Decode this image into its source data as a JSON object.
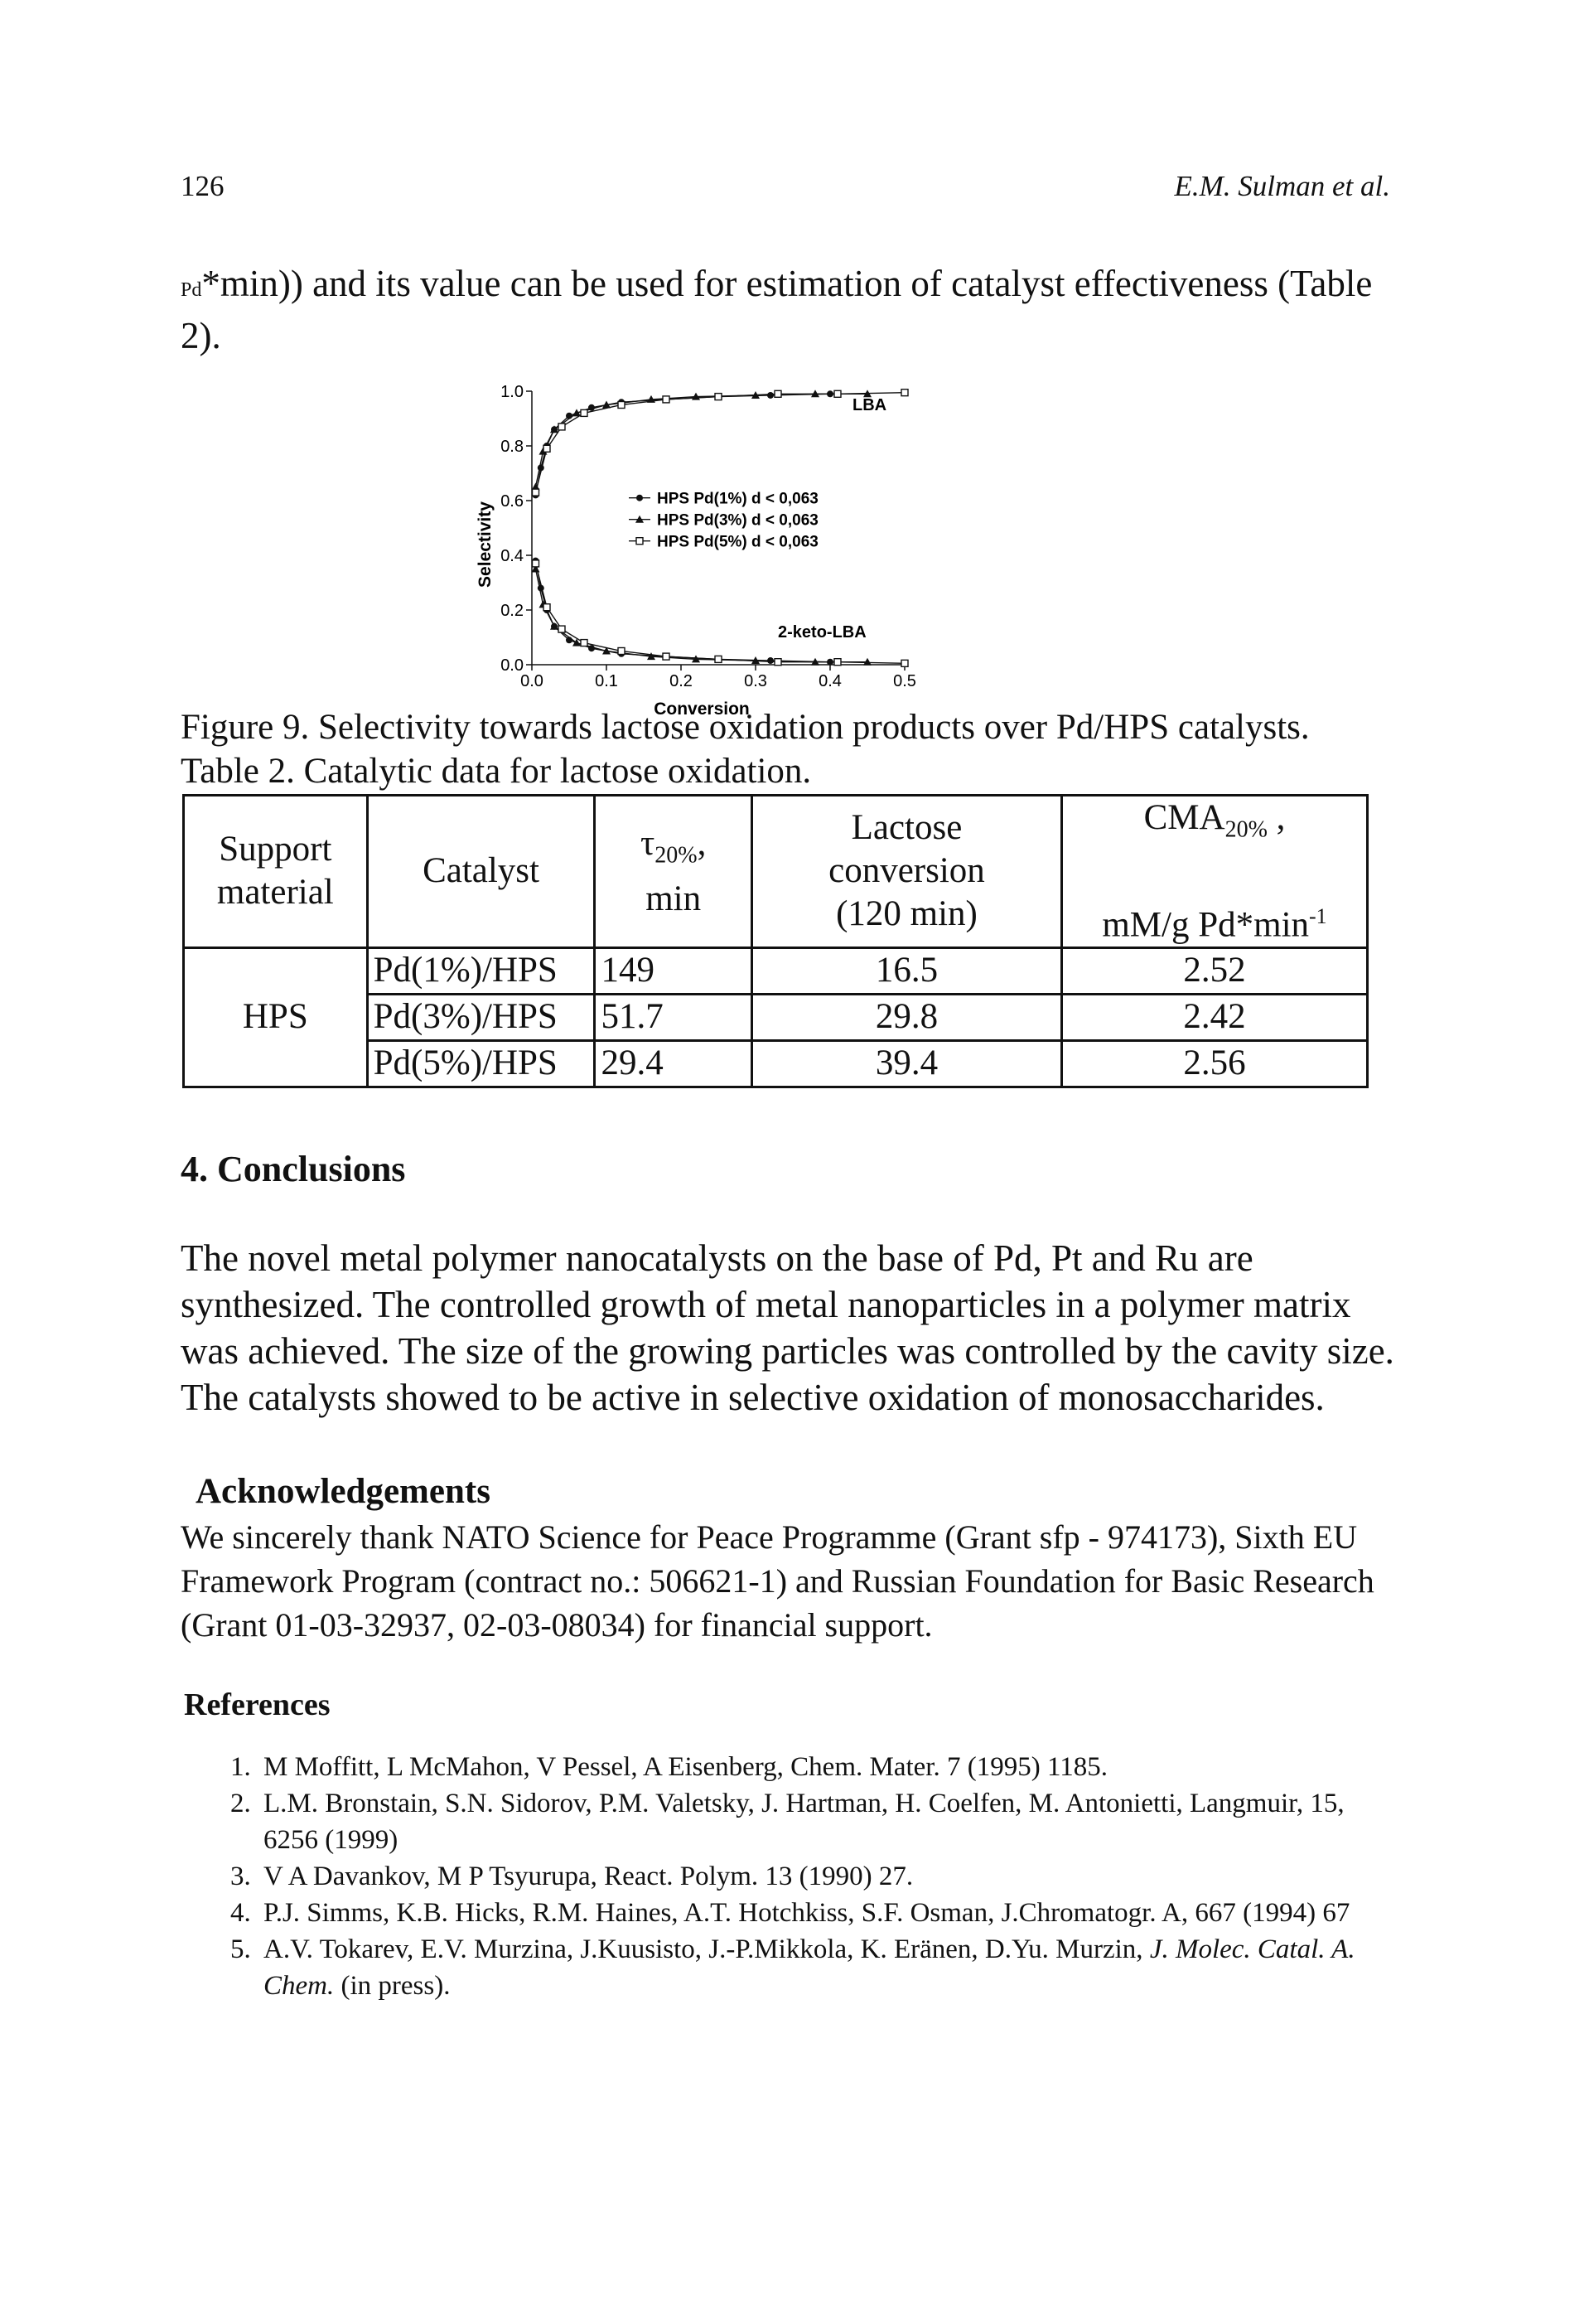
{
  "header": {
    "page_number": "126",
    "authors": "E.M. Sulman et al."
  },
  "intro": {
    "subscript": "Pd",
    "text": "*min)) and its value can be used for estimation of catalyst effectiveness (Table 2)."
  },
  "figure": {
    "caption": "Figure 9. Selectivity towards lactose oxidation products over Pd/HPS catalysts."
  },
  "chart_data": {
    "type": "line",
    "xlabel": "Conversion",
    "ylabel": "Selectivity",
    "xlim": [
      0.0,
      0.5
    ],
    "ylim": [
      0.0,
      1.0
    ],
    "xticks": [
      "0.0",
      "0.1",
      "0.2",
      "0.3",
      "0.4",
      "0.5"
    ],
    "yticks": [
      "0.0",
      "0.2",
      "0.4",
      "0.6",
      "0.8",
      "1.0"
    ],
    "annotations": [
      "LBA",
      "2-keto-LBA"
    ],
    "legend_position": "center",
    "series": [
      {
        "name": "HPS Pd(1%) d < 0,063",
        "marker": "circle-filled",
        "product": "LBA",
        "x": [
          0.005,
          0.012,
          0.02,
          0.03,
          0.05,
          0.08,
          0.12,
          0.18,
          0.25,
          0.32,
          0.4
        ],
        "y": [
          0.62,
          0.72,
          0.8,
          0.86,
          0.91,
          0.94,
          0.96,
          0.97,
          0.98,
          0.985,
          0.99
        ]
      },
      {
        "name": "HPS Pd(3%) d < 0,063",
        "marker": "triangle-filled",
        "product": "LBA",
        "x": [
          0.005,
          0.015,
          0.03,
          0.06,
          0.1,
          0.16,
          0.22,
          0.3,
          0.38,
          0.45
        ],
        "y": [
          0.65,
          0.78,
          0.86,
          0.92,
          0.95,
          0.97,
          0.98,
          0.985,
          0.99,
          0.99
        ]
      },
      {
        "name": "HPS Pd(5%) d < 0,063",
        "marker": "square-open",
        "product": "LBA",
        "x": [
          0.005,
          0.02,
          0.04,
          0.07,
          0.12,
          0.18,
          0.25,
          0.33,
          0.41,
          0.5
        ],
        "y": [
          0.63,
          0.79,
          0.87,
          0.92,
          0.95,
          0.97,
          0.98,
          0.99,
          0.99,
          0.995
        ]
      },
      {
        "name": "HPS Pd(1%) d < 0,063",
        "marker": "circle-filled",
        "product": "2-keto-LBA",
        "x": [
          0.005,
          0.012,
          0.02,
          0.03,
          0.05,
          0.08,
          0.12,
          0.18,
          0.25,
          0.32,
          0.4
        ],
        "y": [
          0.38,
          0.28,
          0.2,
          0.14,
          0.09,
          0.06,
          0.04,
          0.03,
          0.02,
          0.015,
          0.01
        ]
      },
      {
        "name": "HPS Pd(3%) d < 0,063",
        "marker": "triangle-filled",
        "product": "2-keto-LBA",
        "x": [
          0.005,
          0.015,
          0.03,
          0.06,
          0.1,
          0.16,
          0.22,
          0.3,
          0.38,
          0.45
        ],
        "y": [
          0.35,
          0.22,
          0.14,
          0.08,
          0.05,
          0.03,
          0.02,
          0.015,
          0.01,
          0.01
        ]
      },
      {
        "name": "HPS Pd(5%) d < 0,063",
        "marker": "square-open",
        "product": "2-keto-LBA",
        "x": [
          0.005,
          0.02,
          0.04,
          0.07,
          0.12,
          0.18,
          0.25,
          0.33,
          0.41,
          0.5
        ],
        "y": [
          0.37,
          0.21,
          0.13,
          0.08,
          0.05,
          0.03,
          0.02,
          0.01,
          0.01,
          0.005
        ]
      }
    ]
  },
  "table": {
    "caption": "Table 2. Catalytic data for lactose oxidation.",
    "headers": {
      "support": "Support material",
      "catalyst": "Catalyst",
      "tau_base": "τ",
      "tau_sub": "20%",
      "tau_after": ",",
      "tau_unit": "min",
      "conv_line1": "Lactose",
      "conv_line2": "conversion",
      "conv_line3": "(120 min)",
      "cma_base": "CMA",
      "cma_sub": "20%",
      "cma_after": " ,",
      "cma_unit": "mM/g Pd*min",
      "cma_sup": "-1"
    },
    "support_value": "HPS",
    "rows": [
      {
        "catalyst": "Pd(1%)/HPS",
        "tau": "149",
        "conversion": "16.5",
        "cma": "2.52"
      },
      {
        "catalyst": "Pd(3%)/HPS",
        "tau": "51.7",
        "conversion": "29.8",
        "cma": "2.42"
      },
      {
        "catalyst": "Pd(5%)/HPS",
        "tau": "29.4",
        "conversion": "39.4",
        "cma": "2.56"
      }
    ]
  },
  "conclusions": {
    "heading": "4. Conclusions",
    "text": "The novel metal polymer nanocatalysts on the base of Pd, Pt and Ru are synthesized. The controlled growth of metal nanoparticles in a polymer matrix was achieved. The size of the growing particles was controlled by the cavity size. The catalysts showed to be active in selective oxidation of monosaccharides."
  },
  "acknowledgements": {
    "heading": "Acknowledgements",
    "text": "We sincerely thank NATO Science for Peace Programme (Grant sfp - 974173), Sixth EU Framework Program (contract no.: 506621-1) and Russian Foundation for Basic Research (Grant 01-03-32937, 02-03-08034) for financial support."
  },
  "references": {
    "heading": "References",
    "items": [
      {
        "num": "1.",
        "text": "M Moffitt, L McMahon, V Pessel, A Eisenberg, Chem. Mater. 7 (1995) 1185."
      },
      {
        "num": "2.",
        "text": "L.M. Bronstain, S.N. Sidorov, P.M. Valetsky, J. Hartman, H. Coelfen, M. Antonietti, Langmuir, 15, 6256 (1999)"
      },
      {
        "num": "3.",
        "text": "V A Davankov, M P Tsyurupa, React. Polym. 13 (1990) 27."
      },
      {
        "num": "4.",
        "text": "P.J. Simms, K.B. Hicks, R.M. Haines, A.T. Hotchkiss, S.F. Osman, J.Chromatogr. A, 667 (1994) 67"
      },
      {
        "num": "5.",
        "text": "A.V. Tokarev, E.V. Murzina, J.Kuusisto, J.-P.Mikkola, K. Eränen, D.Yu. Murzin, ",
        "italic": "J. Molec. Catal. A. Chem.",
        "after": " (in press)."
      }
    ]
  }
}
